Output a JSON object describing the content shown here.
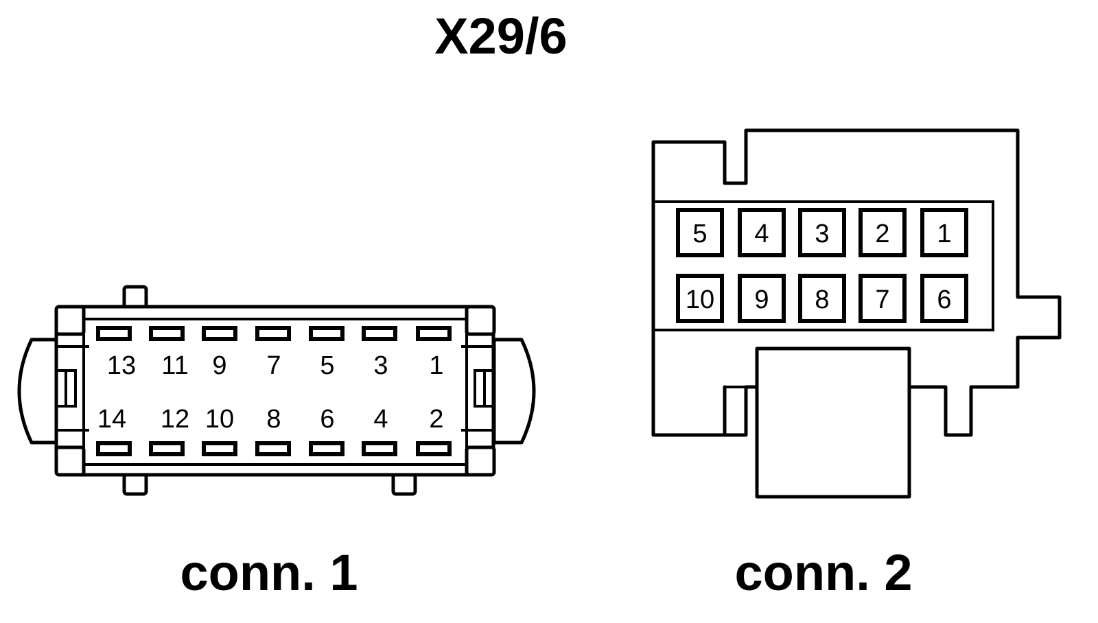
{
  "title": "X29/6",
  "connector1": {
    "label": "conn. 1",
    "top_pins": [
      "13",
      "11",
      "9",
      "7",
      "5",
      "3",
      "1"
    ],
    "bottom_pins": [
      "14",
      "12",
      "10",
      "8",
      "6",
      "4",
      "2"
    ]
  },
  "connector2": {
    "label": "conn. 2",
    "top_pins": [
      "5",
      "4",
      "3",
      "2",
      "1"
    ],
    "bottom_pins": [
      "10",
      "9",
      "8",
      "7",
      "6"
    ]
  }
}
